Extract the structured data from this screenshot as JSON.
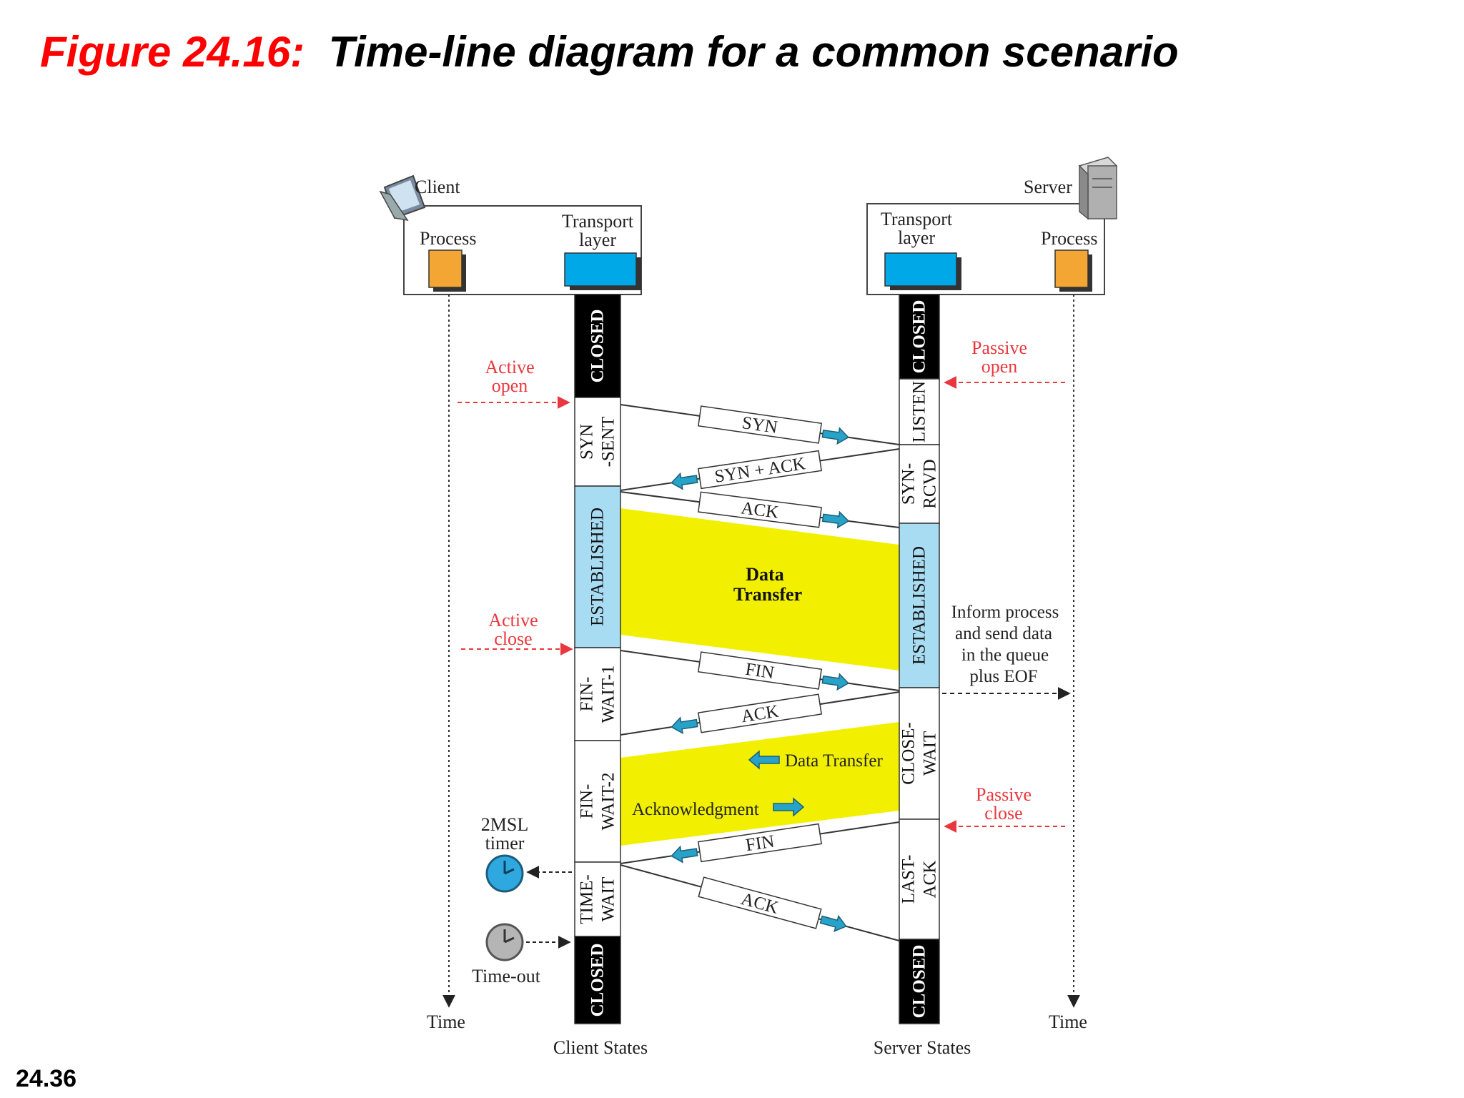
{
  "title": {
    "figure_label": "Figure 24.16:",
    "text": "Time-line diagram for a common scenario"
  },
  "page_number": "24.36",
  "colors": {
    "title_red": "#ff0000",
    "transport_blue": "#00a8e8",
    "process_orange": "#f4a634",
    "established_fill": "#a8dcf2",
    "data_yellow": "#f2f000",
    "annotation_red": "#e8383d",
    "state_black": "#000000",
    "arrow_cyan": "#27a2c8"
  },
  "client": {
    "label": "Client",
    "icon": "laptop-icon",
    "process_label": "Process",
    "transport_label": [
      "Transport",
      "layer"
    ],
    "time_label": "Time",
    "states_label": "Client States",
    "states": [
      {
        "name": "CLOSED",
        "lines": [
          "CLOSED"
        ],
        "style": "dark"
      },
      {
        "name": "SYN-SENT",
        "lines": [
          "SYN",
          "-SENT"
        ],
        "style": "white"
      },
      {
        "name": "ESTABLISHED",
        "lines": [
          "ESTABLISHED"
        ],
        "style": "blue"
      },
      {
        "name": "FIN-WAIT-1",
        "lines": [
          "FIN-",
          "WAIT-1"
        ],
        "style": "white"
      },
      {
        "name": "FIN-WAIT-2",
        "lines": [
          "FIN-",
          "WAIT-2"
        ],
        "style": "white"
      },
      {
        "name": "TIME-WAIT",
        "lines": [
          "TIME-",
          "WAIT"
        ],
        "style": "white"
      },
      {
        "name": "CLOSED",
        "lines": [
          "CLOSED"
        ],
        "style": "dark"
      }
    ]
  },
  "server": {
    "label": "Server",
    "icon": "server-tower-icon",
    "process_label": "Process",
    "transport_label": [
      "Transport",
      "layer"
    ],
    "time_label": "Time",
    "states_label": "Server States",
    "states": [
      {
        "name": "CLOSED",
        "lines": [
          "CLOSED"
        ],
        "style": "dark"
      },
      {
        "name": "LISTEN",
        "lines": [
          "LISTEN"
        ],
        "style": "white"
      },
      {
        "name": "SYN-RCVD",
        "lines": [
          "SYN-",
          "RCVD"
        ],
        "style": "white"
      },
      {
        "name": "ESTABLISHED",
        "lines": [
          "ESTABLISHED"
        ],
        "style": "blue"
      },
      {
        "name": "CLOSE-WAIT",
        "lines": [
          "CLOSE-",
          "WAIT"
        ],
        "style": "white"
      },
      {
        "name": "LAST-ACK",
        "lines": [
          "LAST-",
          "ACK"
        ],
        "style": "white"
      },
      {
        "name": "CLOSED",
        "lines": [
          "CLOSED"
        ],
        "style": "dark"
      }
    ]
  },
  "messages": [
    "SYN",
    "SYN + ACK",
    "ACK",
    "FIN",
    "ACK",
    "FIN",
    "ACK"
  ],
  "annotations": {
    "active_open": [
      "Active",
      "open"
    ],
    "passive_open": [
      "Passive",
      "open"
    ],
    "active_close": [
      "Active",
      "close"
    ],
    "passive_close": [
      "Passive",
      "close"
    ],
    "data_transfer": [
      "Data",
      "Transfer"
    ],
    "inform_process": [
      "Inform process",
      "and send data",
      "in the queue",
      "plus EOF"
    ],
    "half_data_transfer": "Data Transfer",
    "acknowledgment": "Acknowledgment",
    "timer": [
      "2MSL",
      "timer"
    ],
    "timeout": "Time-out"
  }
}
